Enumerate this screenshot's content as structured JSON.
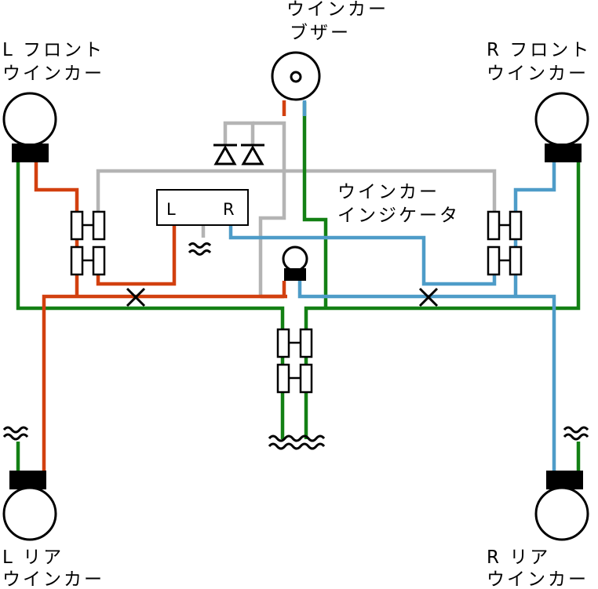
{
  "labels": {
    "buzzer": [
      "ウインカー",
      "ブザー"
    ],
    "left_front": [
      "L フロント",
      "ウインカー"
    ],
    "right_front": [
      "R フロント",
      "ウインカー"
    ],
    "indicator": [
      "ウインカー",
      "インジケータ"
    ],
    "left_rear": [
      "L リア",
      "ウインカー"
    ],
    "right_rear": [
      "R リア",
      "ウインカー"
    ],
    "switch_left": "L",
    "switch_right": "R",
    "ground_symbol": "≈"
  },
  "wire_colors": {
    "left": "#d2400f",
    "right": "#4e9cc8",
    "ground": "#138014",
    "signal": "#b4b4b4"
  },
  "icons": [
    "buzzer-icon",
    "bulb-icon",
    "diode-icon",
    "connector-icon",
    "ground-symbol-icon"
  ]
}
